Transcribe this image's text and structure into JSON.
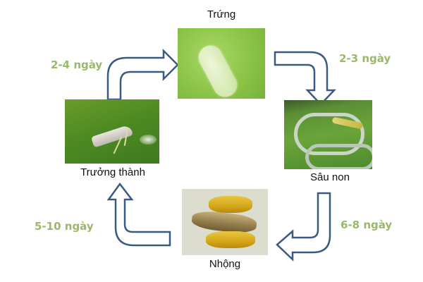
{
  "diagram": {
    "type": "lifecycle",
    "stages": [
      {
        "id": "egg",
        "label": "Trứng"
      },
      {
        "id": "larva",
        "label": "Sâu non"
      },
      {
        "id": "pupa",
        "label": "Nhộng"
      },
      {
        "id": "adult",
        "label": "Trưởng thành"
      }
    ],
    "transitions": [
      {
        "from": "adult",
        "to": "egg",
        "duration": "2-4 ngày"
      },
      {
        "from": "egg",
        "to": "larva",
        "duration": "2-3 ngày"
      },
      {
        "from": "larva",
        "to": "pupa",
        "duration": "6-8 ngày"
      },
      {
        "from": "pupa",
        "to": "adult",
        "duration": "5-10 ngày"
      }
    ],
    "colors": {
      "arrow_stroke": "#3a5a85",
      "duration_text": "#9bb86a",
      "label_text": "#111111"
    }
  }
}
